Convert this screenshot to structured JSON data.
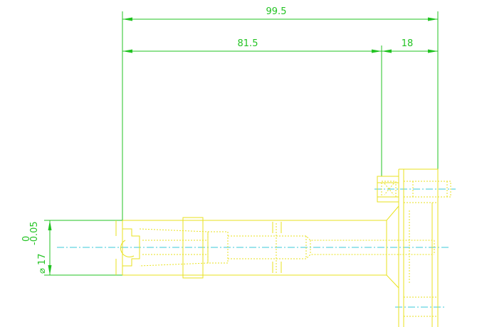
{
  "dimensions": {
    "overall": "99.5",
    "shaft_length": "81.5",
    "flange_width": "18",
    "diameter": "⌀ 17",
    "tol_upper": "0",
    "tol_lower": "-0.05"
  },
  "colors": {
    "dimension": "#22c322",
    "geometry": "#e9e21e",
    "centerline": "#38c8d8",
    "background": "#ffffff"
  }
}
